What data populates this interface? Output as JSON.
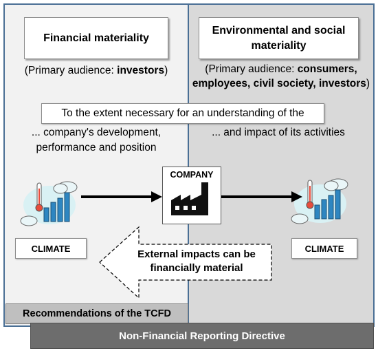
{
  "left": {
    "title": "Financial materiality",
    "audience_prefix": "(Primary audience: ",
    "audience_bold": "investors",
    "audience_suffix": ")",
    "development_text": "... company's development, performance and position",
    "climate_label": "CLIMATE"
  },
  "right": {
    "title": "Environmental and social materiality",
    "audience_prefix": "(Primary audience: ",
    "audience_bold": "consumers, employees, civil society, investors",
    "audience_suffix": ")",
    "impact_text": "... and impact of its activities",
    "climate_label": "CLIMATE"
  },
  "center": {
    "extent_text": "To the extent necessary for an understanding of the",
    "company_label": "COMPANY",
    "external_impacts_text": "External impacts can be financially material"
  },
  "footer": {
    "tcfd_label": "Recommendations of the TCFD",
    "nfrd_label": "Non-Financial Reporting Directive"
  },
  "colors": {
    "border_blue": "#4a6f95",
    "left_panel": "#f2f2f2",
    "right_panel": "#d9d9d9",
    "tcfd_bar": "#bfbfbf",
    "nfrd_bar": "#6d6d6d",
    "bar_chart_blue": "#2e86c1",
    "thermometer_red": "#e74c3c"
  },
  "icons": [
    "climate-icon",
    "factory-icon",
    "thermometer-icon",
    "cloud-icon"
  ]
}
